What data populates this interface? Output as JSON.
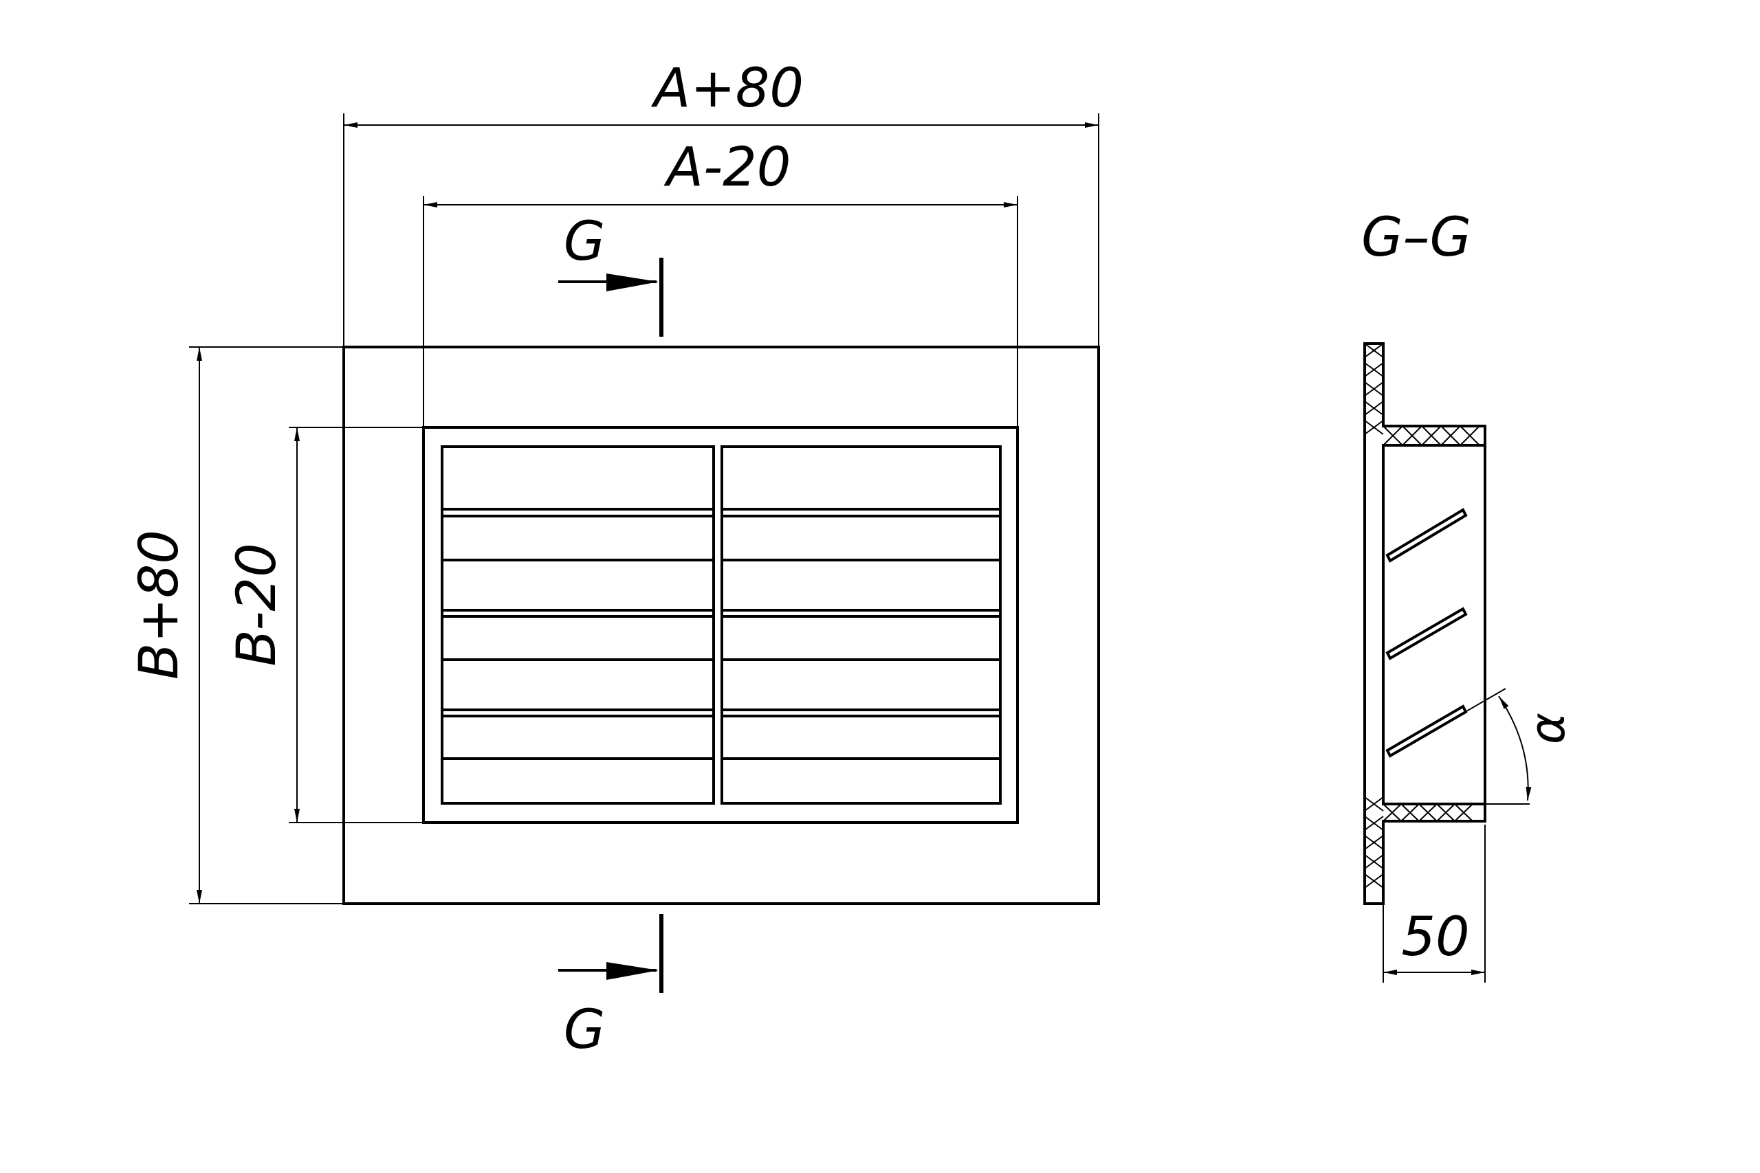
{
  "front_view": {
    "dim_outer_width": "A+80",
    "dim_inner_width": "A-20",
    "dim_outer_height": "B+80",
    "dim_inner_height": "B-20",
    "section_mark_top": "G",
    "section_mark_bottom": "G"
  },
  "section_view": {
    "title": "G–G",
    "dim_depth": "50",
    "angle_label": "α"
  }
}
